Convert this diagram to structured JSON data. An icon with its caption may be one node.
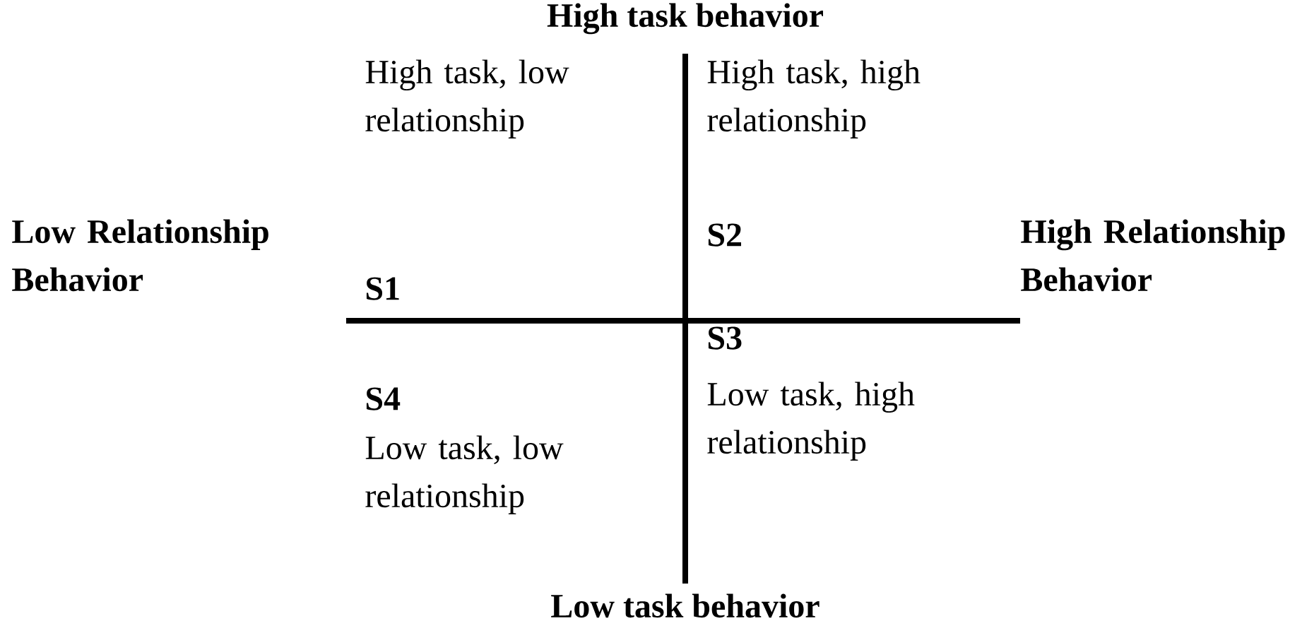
{
  "diagram": {
    "labels": [
      "High task behavior",
      "High task, low relationship",
      "High task, high relationship",
      "Low Relationship Behavior",
      "S2",
      "High Relationship Behavior",
      "S1",
      "S3",
      "S4",
      "Low task, high relationship",
      "Low task, low relationship",
      "Low task behavior"
    ]
  }
}
